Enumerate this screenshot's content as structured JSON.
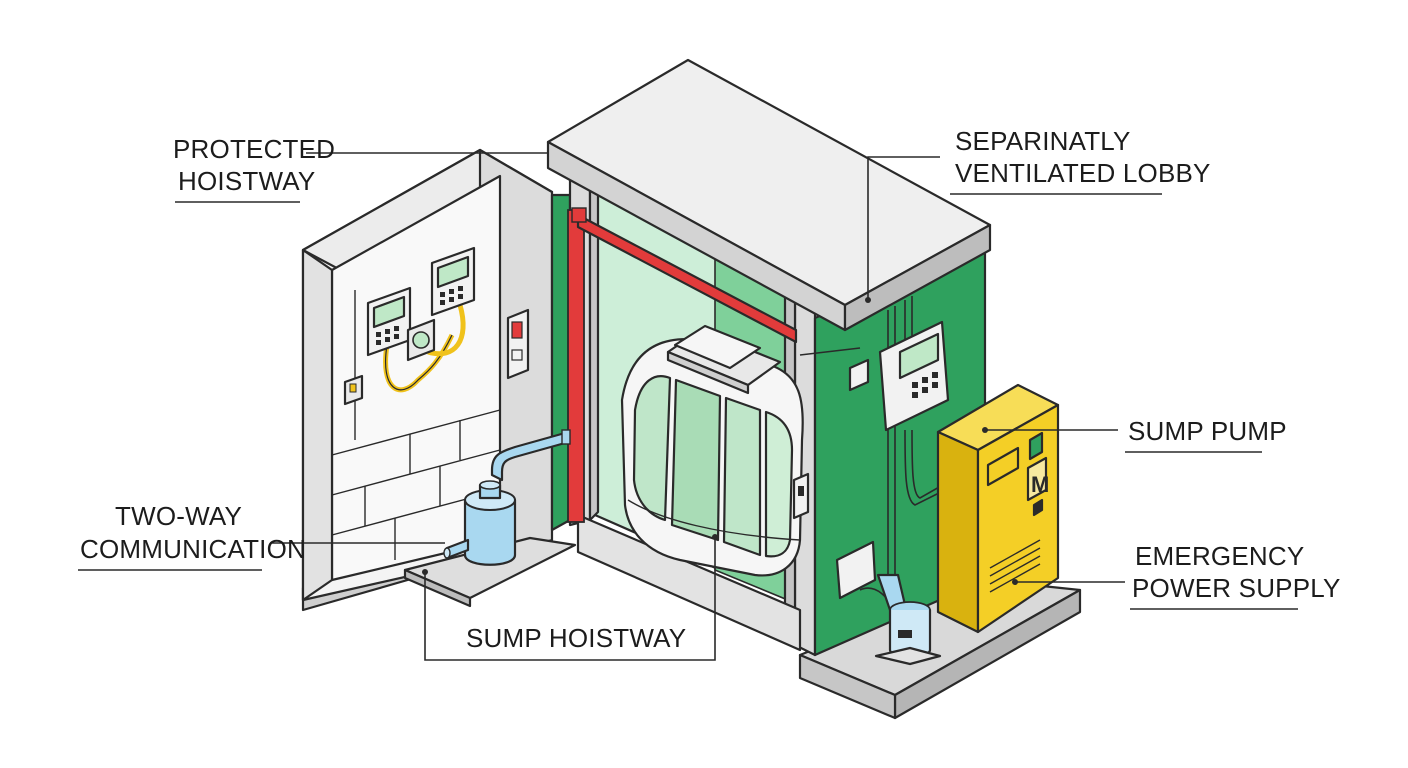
{
  "labels": {
    "protected_hoistway": [
      "PROTECTED",
      "HOISTWAY"
    ],
    "lobby": [
      "SEPARINATLY",
      "VENTILATED LOBBY"
    ],
    "sump_pump": [
      "SUMP PUMP"
    ],
    "two_way": [
      "TWO-WAY",
      "COMMUNICATION"
    ],
    "emergency_power": [
      "EMERGENCY",
      "POWER SUPPLY"
    ],
    "sump_hoistway": [
      "SUMP HOISTWAY"
    ]
  },
  "panel_letter": "M",
  "colors": {
    "green_dark": "#2fa15e",
    "green_light": "#cdeed8",
    "green_mid": "#7fd09a",
    "red_pipe": "#e23b3b",
    "yellow_box": "#f4cf26",
    "pipe_blue": "#a9d8f0",
    "gray_wall": "#e9e9e9",
    "gray_dark": "#bdbdbd",
    "outline": "#2a2a2a",
    "cable_yellow": "#f0c21b"
  }
}
